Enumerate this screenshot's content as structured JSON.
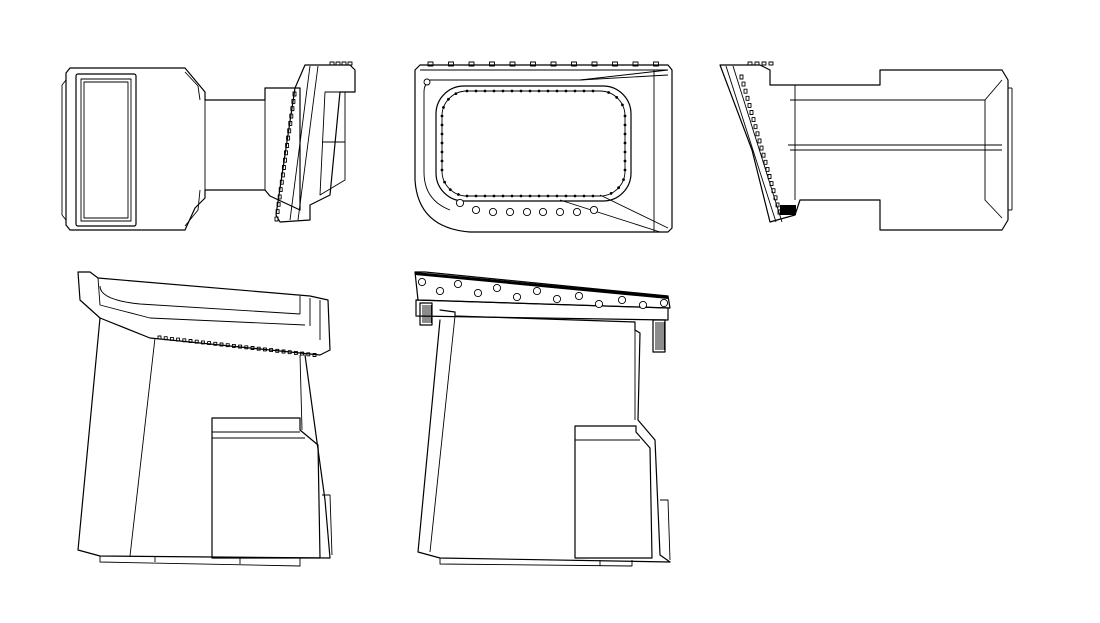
{
  "drawing": {
    "ink": "#000000",
    "paper": "#ffffff",
    "views": [
      {
        "id": "view-left-side"
      },
      {
        "id": "view-top"
      },
      {
        "id": "view-right-side"
      },
      {
        "id": "view-front"
      },
      {
        "id": "view-rear"
      }
    ]
  }
}
